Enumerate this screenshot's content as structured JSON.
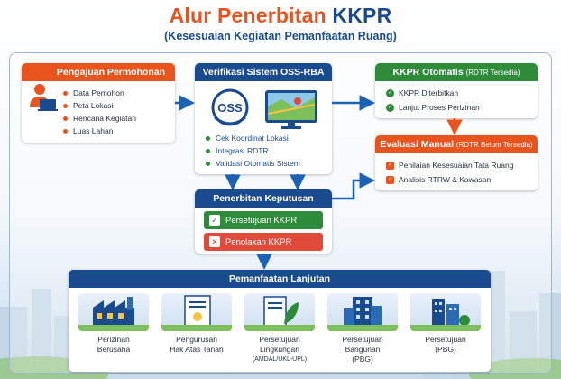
{
  "header": {
    "title_main": "Alur Penerbitan ",
    "title_accent": "KKPR",
    "subtitle": "(Kesesuaian Kegiatan Pemanfaatan Ruang)"
  },
  "colors": {
    "orange": "#e8531e",
    "navy": "#1b4b8f",
    "green": "#2e8b3a",
    "red": "#e04a3a",
    "blue_arrow": "#1d63b5"
  },
  "pengajuan": {
    "title": "Pengajuan Permohonan",
    "icon": "person-laptop-icon",
    "items": [
      "Data Pemohon",
      "Peta Lokasi",
      "Rencana Kegiatan",
      "Luas Lahan"
    ]
  },
  "verifikasi": {
    "title": "Verifikasi Sistem OSS-RBA",
    "logo_text": "OSS",
    "icon": "monitor-map-icon",
    "items": [
      "Cek Koordinat Lokasi",
      "Integrasi RDTR",
      "Validasi Otomatis Sistem"
    ]
  },
  "otomatis": {
    "title": "KKPR Otomatis",
    "title_note": "(RDTR Tersedia)",
    "items": [
      "KKPR Diterbitkan",
      "Lanjut Proses Perizinan"
    ]
  },
  "manual": {
    "title": "Evaluasi Manual",
    "title_note": "(RDTR Belum Tersedia)",
    "items": [
      "Penilaian Kesesuaian Tata Ruang",
      "Analisis RTRW & Kawasan"
    ]
  },
  "keputusan": {
    "title": "Penerbitan Keputusan",
    "approve": "Persetujuan KKPR",
    "reject": "Penolakan KKPR"
  },
  "lanjutan": {
    "title": "Pemanfaatan Lanjutan",
    "items": [
      {
        "line1": "Perizinan",
        "line2": "Berusaha",
        "note": "",
        "icon": "factory-icon"
      },
      {
        "line1": "Pengurusan",
        "line2": "Hak Atas Tanah",
        "note": "",
        "icon": "certificate-icon"
      },
      {
        "line1": "Persetujuan",
        "line2": "Lingkungan",
        "note": "(AMDAL/UKL-UPL)",
        "icon": "document-leaf-icon"
      },
      {
        "line1": "Persetujuan",
        "line2": "Bangunan",
        "note": "(PBG)",
        "icon": "building-icon"
      },
      {
        "line1": "Persetujuan",
        "line2": "(PBG)",
        "note": "",
        "icon": "building-icon"
      }
    ]
  }
}
